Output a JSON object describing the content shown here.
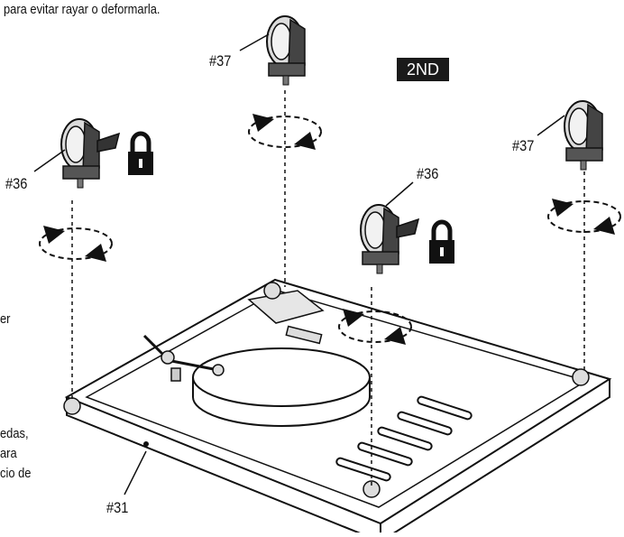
{
  "header_text": "para evitar rayar o deformarla.",
  "step_badge": "2ND",
  "parts": {
    "caster_front_left": "#36",
    "caster_center": "#36",
    "caster_back_center": "#37",
    "caster_back_right": "#37",
    "base": "#31"
  },
  "side_text_fragments": [
    "er",
    "edas,",
    "ara",
    "cio de"
  ],
  "icons": [
    "lock-icon",
    "rotate-arrows-icon"
  ],
  "colors": {
    "ink": "#111111",
    "badge_bg": "#1a1a1a",
    "badge_text": "#ffffff",
    "paper": "#ffffff"
  }
}
